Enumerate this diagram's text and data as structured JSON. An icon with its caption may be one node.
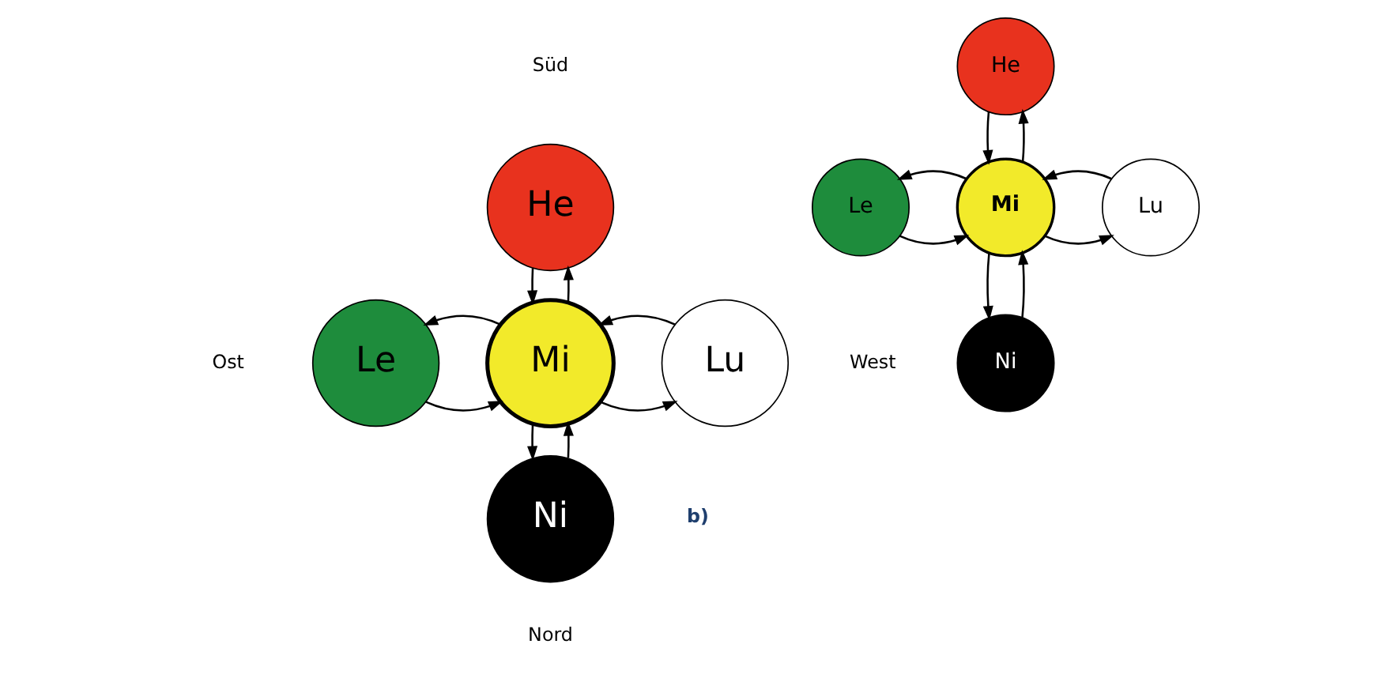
{
  "diagram": {
    "nodes": [
      {
        "text": [
          "He"
        ],
        "beside": [
          "Süd"
        ]
      },
      {
        "text": [
          "Le"
        ],
        "beside": [
          "Ost"
        ]
      },
      {
        "text": [
          "Mi"
        ]
      },
      {
        "text": [
          "Lu"
        ],
        "beside": [
          "West"
        ]
      },
      {
        "text": [
          "Ni"
        ],
        "beside": [
          "Nord"
        ]
      },
      {
        "text": [
          "He"
        ]
      },
      {
        "text": [
          "Le"
        ]
      },
      {
        "text": [
          "Mi"
        ]
      },
      {
        "text": [
          "Lu"
        ]
      },
      {
        "text": [
          "Ni"
        ]
      }
    ],
    "edges": [
      {
        "from": 0,
        "to": 2,
        "arrow": "to"
      },
      {
        "from": 2,
        "to": 0,
        "arrow": "to"
      },
      {
        "from": 2,
        "to": 4,
        "arrow": "to"
      },
      {
        "from": 4,
        "to": 2,
        "arrow": "to"
      },
      {
        "from": 1,
        "to": 2,
        "arrow": "to"
      },
      {
        "from": 2,
        "to": 1,
        "arrow": "to"
      },
      {
        "from": 2,
        "to": 3,
        "arrow": "to"
      },
      {
        "from": 3,
        "to": 2,
        "arrow": "to"
      },
      {
        "from": 5,
        "to": 7,
        "arrow": "to"
      },
      {
        "from": 7,
        "to": 5,
        "arrow": "to"
      },
      {
        "from": 7,
        "to": 9,
        "arrow": "to"
      },
      {
        "from": 9,
        "to": 7,
        "arrow": "to"
      },
      {
        "from": 6,
        "to": 7,
        "arrow": "to"
      },
      {
        "from": 7,
        "to": 6,
        "arrow": "to"
      },
      {
        "from": 7,
        "to": 8,
        "arrow": "to"
      },
      {
        "from": 8,
        "to": 7,
        "arrow": "to"
      }
    ],
    "labels": [
      "b)"
    ]
  }
}
